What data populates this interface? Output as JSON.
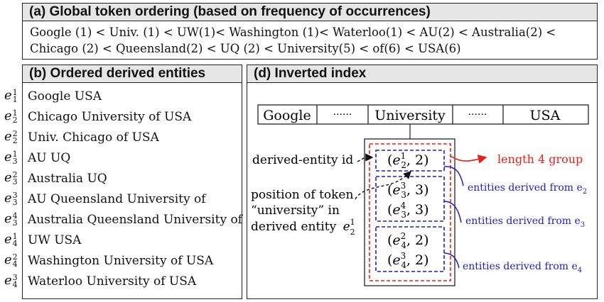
{
  "panel_a": {
    "title": "(a) Global token ordering (based on frequency of occurrences)",
    "line1": "Google (1) < Univ. (1) < UW(1)< Washington (1)< Waterloo(1) < AU(2) < Australia(2) <",
    "line2": "Chicago (2) < Queensland(2) < UQ (2) < University(5) < of(6) < USA(6)"
  },
  "panel_b": {
    "title": "(b) Ordered derived entities",
    "entities": [
      {
        "e": "e",
        "sup": "1",
        "sub": "1",
        "name": "Google USA"
      },
      {
        "e": "e",
        "sup": "1",
        "sub": "2",
        "name": "Chicago University of USA"
      },
      {
        "e": "e",
        "sup": "2",
        "sub": "2",
        "name": "Univ. Chicago of USA"
      },
      {
        "e": "e",
        "sup": "1",
        "sub": "3",
        "name": "AU UQ"
      },
      {
        "e": "e",
        "sup": "2",
        "sub": "3",
        "name": "Australia UQ"
      },
      {
        "e": "e",
        "sup": "3",
        "sub": "3",
        "name": "AU Queensland University of"
      },
      {
        "e": "e",
        "sup": "4",
        "sub": "3",
        "name": "Australia Queensland University of"
      },
      {
        "e": "e",
        "sup": "1",
        "sub": "4",
        "name": "UW USA"
      },
      {
        "e": "e",
        "sup": "2",
        "sub": "4",
        "name": "Washington University of USA"
      },
      {
        "e": "e",
        "sup": "3",
        "sub": "4",
        "name": "Waterloo University of USA"
      }
    ]
  },
  "panel_d": {
    "title": "(d) Inverted index",
    "index_cells": [
      "Google",
      "······",
      "University",
      "······",
      "USA"
    ],
    "postings": [
      {
        "sup": "1",
        "sub": "2",
        "pos": "2"
      },
      {
        "sup": "3",
        "sub": "3",
        "pos": "3"
      },
      {
        "sup": "4",
        "sub": "3",
        "pos": "3"
      },
      {
        "sup": "2",
        "sub": "4",
        "pos": "2"
      },
      {
        "sup": "3",
        "sub": "4",
        "pos": "2"
      }
    ],
    "label_derived_id": "derived-entity id",
    "label_position_1": "position of token",
    "label_position_2": "“university” in",
    "label_position_3": "derived entity",
    "label_position_entity": {
      "sup": "1",
      "sub": "2"
    },
    "label_length_group": "length 4 group",
    "label_from_e2": "entities derived from e",
    "label_from_e2_sub": "2",
    "label_from_e3": "entities derived from e",
    "label_from_e3_sub": "3",
    "label_from_e4": "entities derived from e",
    "label_from_e4_sub": "4",
    "colors": {
      "red": "#e8201a",
      "blue": "#1d1ec4",
      "black": "#111111"
    }
  }
}
